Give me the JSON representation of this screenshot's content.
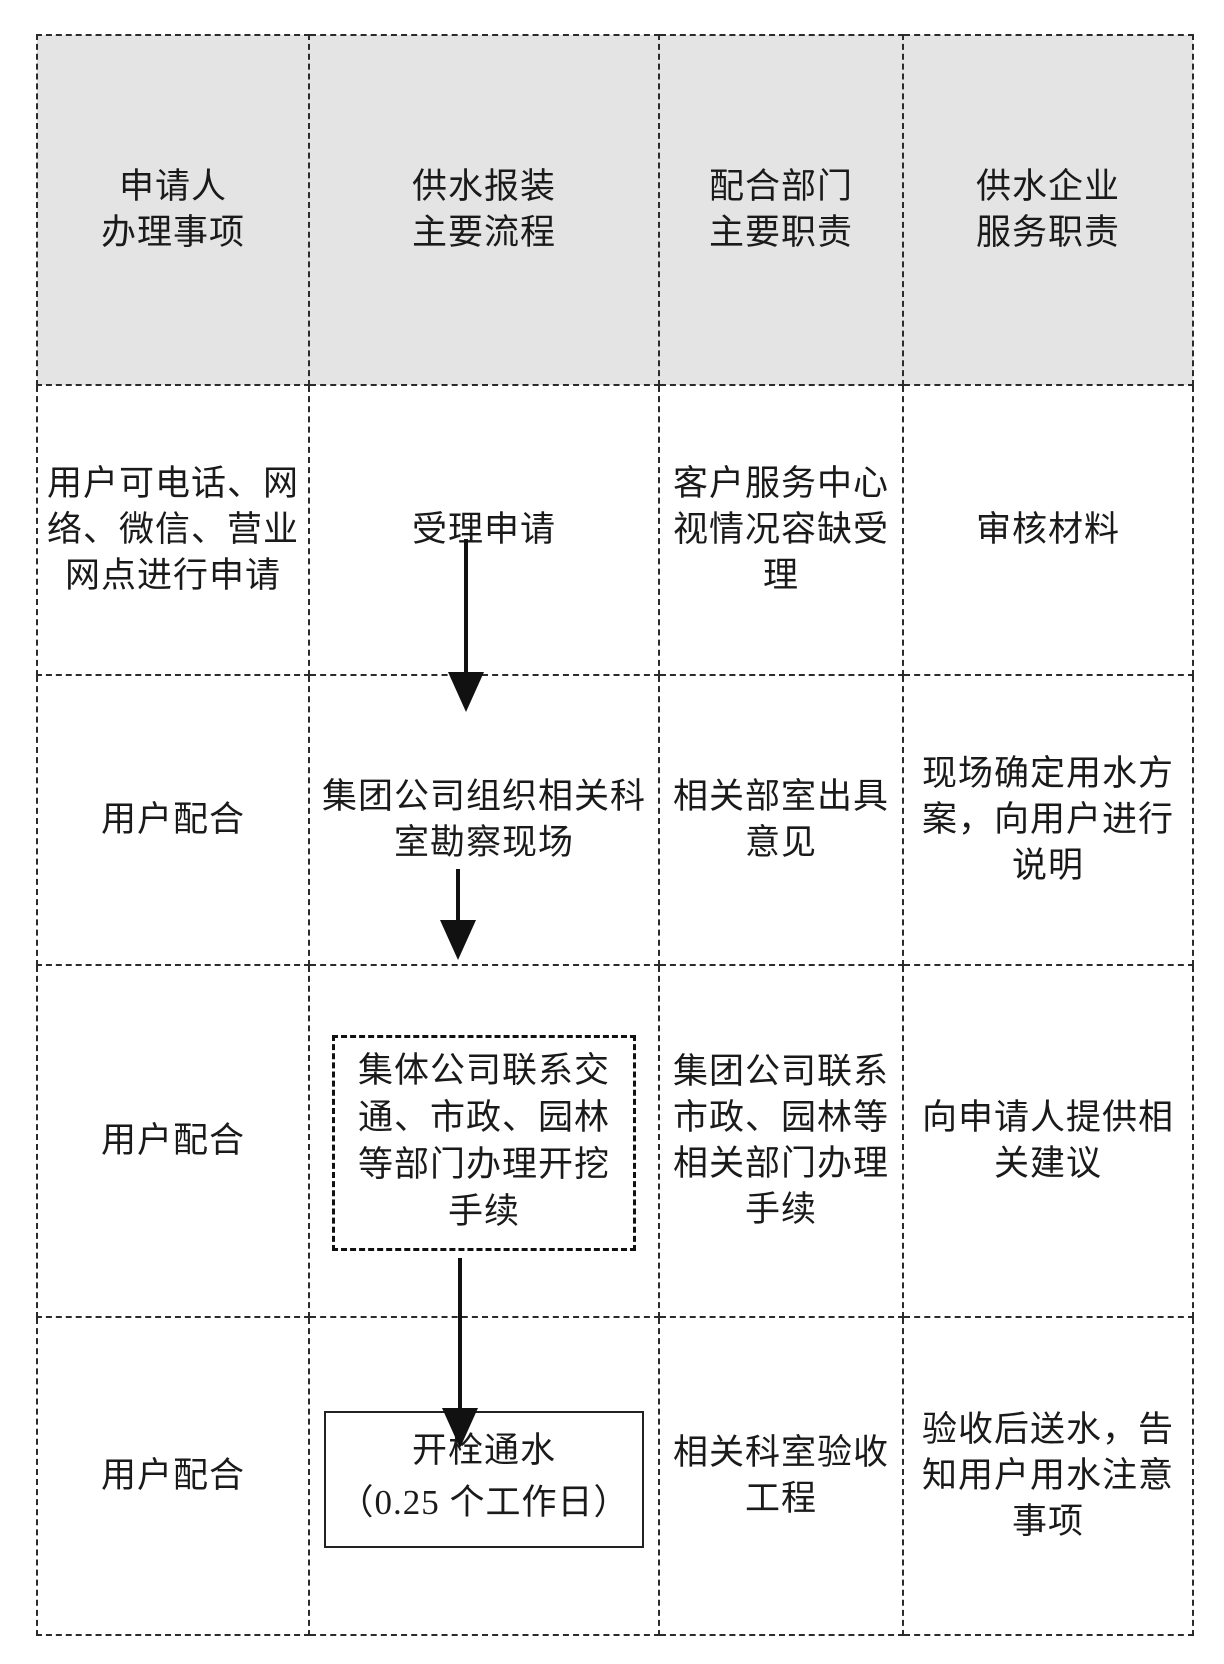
{
  "table": {
    "columns": [
      {
        "id": "applicant-matters",
        "header": "申请人\n办理事项"
      },
      {
        "id": "water-supply-process",
        "header": "供水报装\n主要流程"
      },
      {
        "id": "cooperating-dept-duties",
        "header": "配合部门\n主要职责"
      },
      {
        "id": "water-enterprise-duties",
        "header": "供水企业\n服务职责"
      }
    ],
    "header": {
      "col1_line1": "申请人",
      "col1_line2": "办理事项",
      "col2_line1": "供水报装",
      "col2_line2": "主要流程",
      "col3_line1": "配合部门",
      "col3_line2": "主要职责",
      "col4_line1": "供水企业",
      "col4_line2": "服务职责"
    },
    "rows": [
      {
        "id": "row-accept-application",
        "applicant": "用户可电话、网络、微信、营业网点进行申请",
        "process": "受理申请",
        "process_box": "none",
        "department": "客户服务中心视情况容缺受理",
        "enterprise": "审核材料"
      },
      {
        "id": "row-site-survey",
        "applicant": "用户配合",
        "process": "集团公司组织相关科室勘察现场",
        "process_box": "none",
        "department": "相关部室出具意见",
        "enterprise": "现场确定用水方案，向用户进行说明"
      },
      {
        "id": "row-excavation-permit",
        "applicant": "用户配合",
        "process": "集体公司联系交通、市政、园林等部门办理开挖手续",
        "process_box": "dashed",
        "department": "集团公司联系市政、园林等相关部门办理手续",
        "enterprise": "向申请人提供相关建议"
      },
      {
        "id": "row-open-valve",
        "applicant": "用户配合",
        "process": "开栓通水",
        "process_sub": "（0.25 个工作日）",
        "process_box": "solid",
        "department": "相关科室验收工程",
        "enterprise": "验收后送水，告知用户用水注意事项"
      }
    ]
  },
  "flow_arrows": [
    {
      "id": "arrow-accept-to-survey",
      "from": "受理申请",
      "to": "集团公司组织相关科室勘察现场"
    },
    {
      "id": "arrow-survey-to-excavation",
      "from": "集团公司组织相关科室勘察现场",
      "to": "集体公司联系交通、市政、园林等部门办理开挖手续"
    },
    {
      "id": "arrow-excavation-to-openvalve",
      "from": "集体公司联系交通、市政、园林等部门办理开挖手续",
      "to": "开栓通水"
    }
  ],
  "colors": {
    "header_fill": "#e4e4e4",
    "border": "#2b2b2b",
    "text": "#1a1a1a",
    "page_background": "#ffffff"
  }
}
